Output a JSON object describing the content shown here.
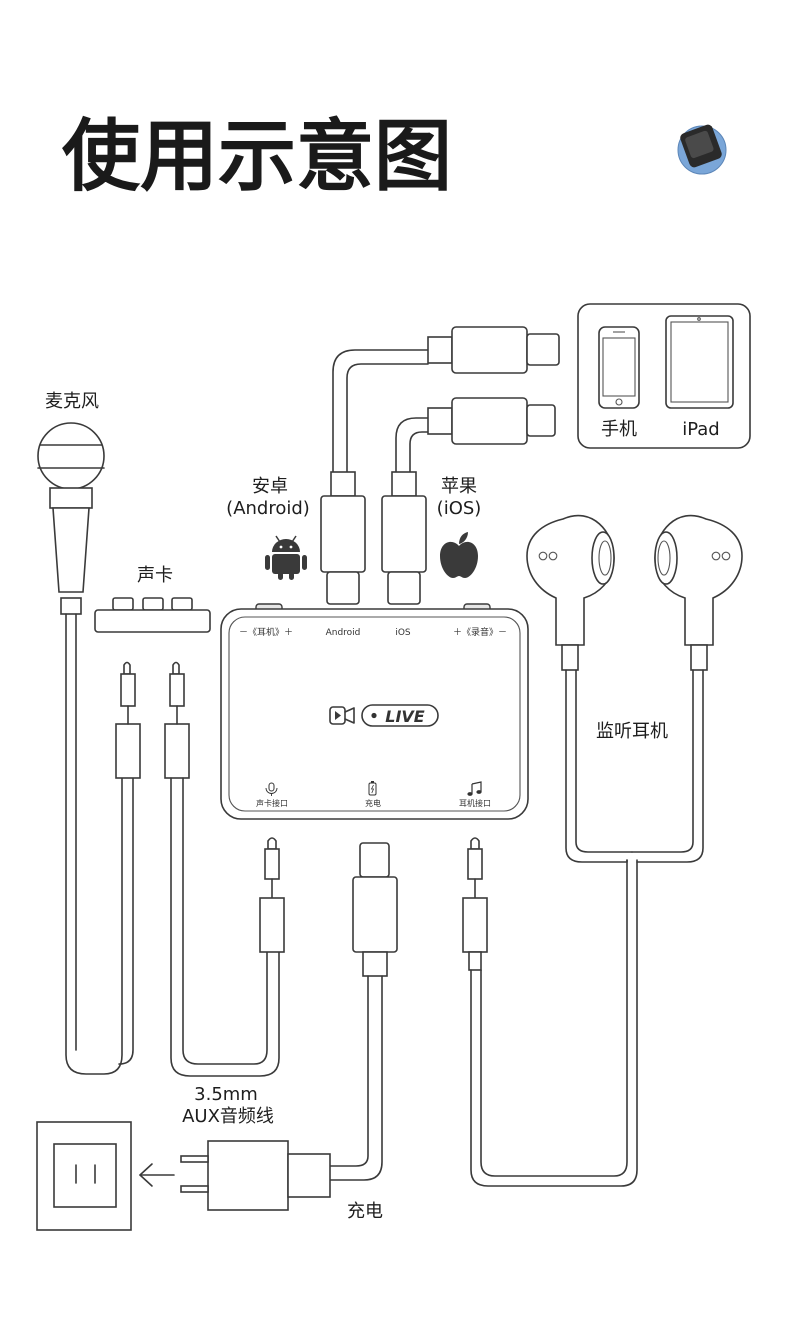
{
  "title": "使用示意图",
  "labels": {
    "microphone": "麦克风",
    "sound_card": "声卡",
    "android_name": "安卓",
    "android_sub": "(Android)",
    "apple_name": "苹果",
    "apple_sub": "(iOS)",
    "phone": "手机",
    "ipad": "iPad",
    "monitor_earphones": "监听耳机",
    "aux_line1": "3.5mm",
    "aux_line2": "AUX音频线",
    "charging": "充电"
  },
  "device": {
    "top_left": "－《耳机》＋",
    "top_android": "Android",
    "top_ios": "iOS",
    "top_right": "＋《录音》－",
    "live": "LIVE",
    "port_soundcard": "声卡接口",
    "port_charge": "充电",
    "port_earphone": "耳机接口"
  },
  "colors": {
    "line": "#3a3a3a",
    "text": "#1e1e1e",
    "title": "#1a1a1a",
    "badge": "#7aa6d8"
  },
  "icons": {
    "android": "android-robot-icon",
    "apple": "apple-logo-icon",
    "live": "live-camera-icon",
    "mic_port": "microphone-port-icon",
    "charge_port": "battery-charge-icon",
    "earphone_port": "music-note-icon",
    "arrow": "left-arrow-icon"
  }
}
